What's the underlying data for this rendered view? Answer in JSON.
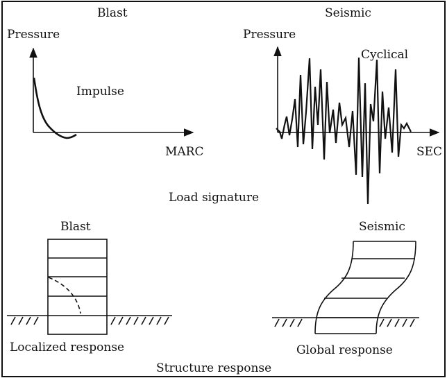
{
  "blast_signature": {
    "title": "Blast",
    "y_axis_label": "Pressure",
    "curve_label": "Impulse",
    "x_axis_label": "MARC"
  },
  "seismic_signature": {
    "title": "Seismic",
    "y_axis_label": "Pressure",
    "curve_label": "Cyclical",
    "x_axis_label": "SEC"
  },
  "load_signature_caption": "Load signature",
  "blast_structure": {
    "title": "Blast",
    "caption": "Localized response"
  },
  "seismic_structure": {
    "title": "Seismic",
    "caption": "Global response"
  },
  "structure_response_caption": "Structure response"
}
